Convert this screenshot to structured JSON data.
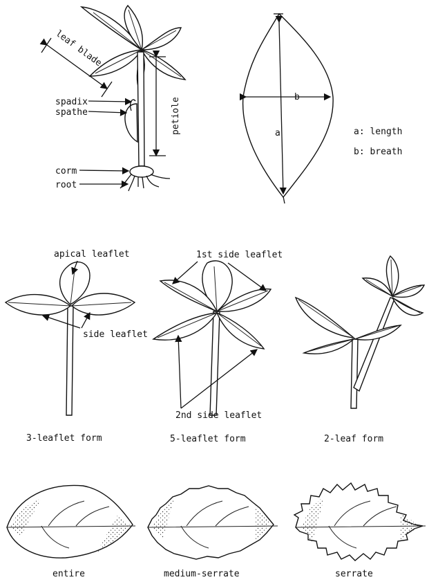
{
  "plant": {
    "leaf_blade": "leaf blade",
    "spadix": "spadix",
    "spathe": "spathe",
    "petiole": "petiole",
    "corm": "corm",
    "root": "root"
  },
  "measure": {
    "a": "a",
    "b": "b",
    "legend_a": "a: length",
    "legend_b": "b: breath"
  },
  "forms": {
    "apical_leaflet": "apical leaflet",
    "side_leaflet": "side leaflet",
    "first_side_leaflet": "1st side leaflet",
    "second_side_leaflet": "2nd side leaflet",
    "three_leaflet": "3-leaflet form",
    "five_leaflet": "5-leaflet form",
    "two_leaf": "2-leaf form"
  },
  "margins": {
    "entire": "entire",
    "medium_serrate": "medium-serrate",
    "serrate": "serrate"
  }
}
